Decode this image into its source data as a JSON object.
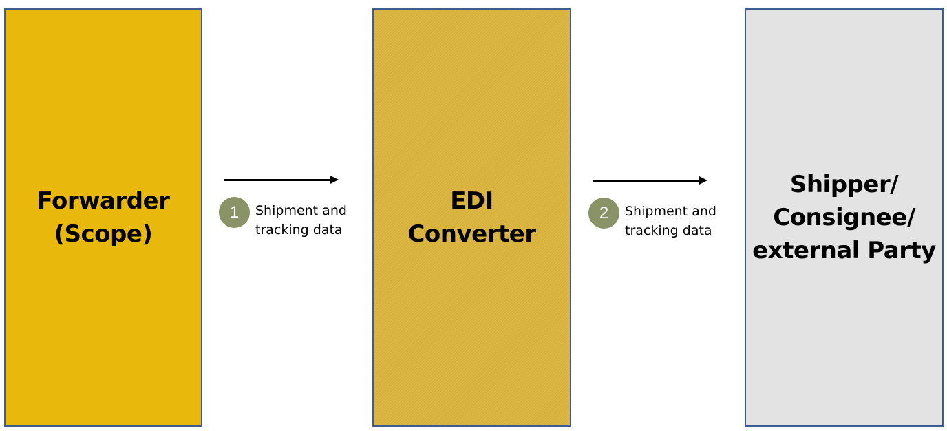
{
  "boxes": {
    "forwarder": {
      "line1": "Forwarder",
      "line2": "(Scope)",
      "color": "#e9b80d"
    },
    "edi_converter": {
      "line1": "EDI",
      "line2": "Converter",
      "color": "#d7b13a"
    },
    "external_party": {
      "line1": "Shipper/",
      "line2": "Consignee/",
      "line3": "external Party",
      "color": "#e3e3e3"
    }
  },
  "steps": [
    {
      "number": "1",
      "label_line1": "Shipment and",
      "label_line2": "tracking data"
    },
    {
      "number": "2",
      "label_line1": "Shipment and",
      "label_line2": "tracking data"
    }
  ],
  "colors": {
    "border": "#3f5b94",
    "step_circle": "#8a9367"
  }
}
